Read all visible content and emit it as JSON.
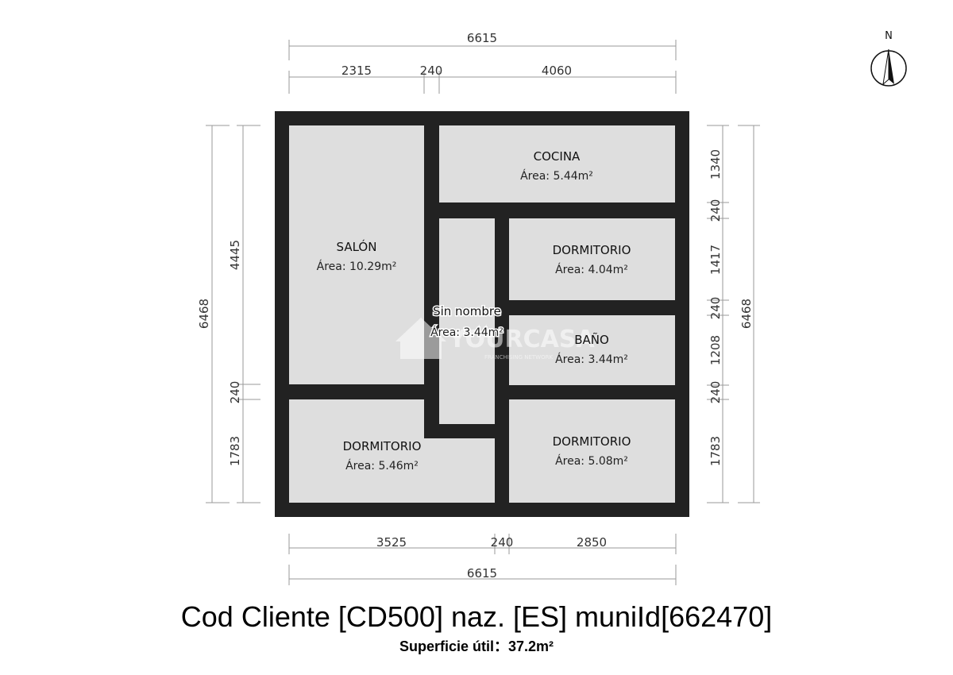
{
  "compass": {
    "label": "N",
    "icon": "north-arrow-icon"
  },
  "dimensions": {
    "top_total": "6615",
    "top_segments": [
      "2315",
      "240",
      "4060"
    ],
    "bottom_segments": [
      "3525",
      "240",
      "2850"
    ],
    "bottom_total": "6615",
    "left_total": "6468",
    "left_segments": [
      "4445",
      "240",
      "1783"
    ],
    "right_segments": [
      "1340",
      "240",
      "1417",
      "240",
      "1208",
      "240",
      "1783"
    ],
    "right_total": "6468"
  },
  "rooms": {
    "salon": {
      "name": "SALÓN",
      "area": "Área: 10.29m²"
    },
    "cocina": {
      "name": "COCINA",
      "area": "Área: 5.44m²"
    },
    "dormitorio_1": {
      "name": "DORMITORIO",
      "area": "Área: 4.04m²"
    },
    "sin_nombre": {
      "name": "Sin nombre",
      "area": "Área: 3.44m²"
    },
    "bano": {
      "name": "BAÑO",
      "area": "Área: 3.44m²"
    },
    "dormitorio_2": {
      "name": "DORMITORIO",
      "area": "Área: 5.46m²"
    },
    "dormitorio_3": {
      "name": "DORMITORIO",
      "area": "Área: 5.08m²"
    }
  },
  "watermark": {
    "text": "YOURCASA",
    "subtext": "FRANCHISING NETWORK"
  },
  "footer": {
    "title": "Cod Cliente [CD500] naz. [ES] muniId[662470]",
    "surface_label": "Superficie útil：",
    "surface_value": "37.2m²"
  },
  "colors": {
    "wall": "#222222",
    "floor": "#dedede",
    "dim_line": "#9a9a9a"
  }
}
